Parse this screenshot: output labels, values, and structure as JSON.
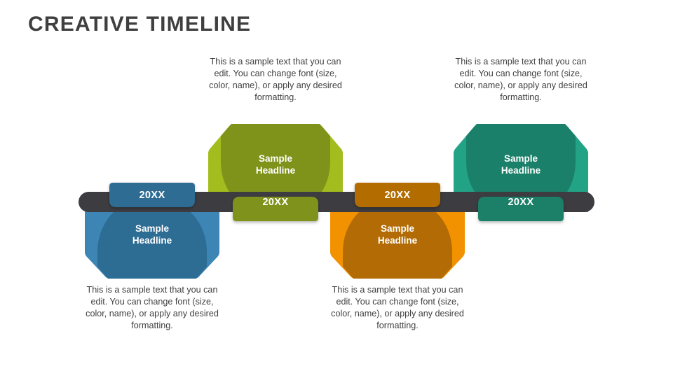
{
  "slide": {
    "title": "CREATIVE TIMELINE",
    "background_color": "#ffffff",
    "title_color": "#3f3f3f"
  },
  "timeline": {
    "bar_color": "#3c3c41",
    "bar_label": "timeline-bar",
    "body_text_color": "#3f3f3f",
    "node_text_color": "#ffffff"
  },
  "nodes": [
    {
      "id": "node-1",
      "orientation": "down",
      "year": "20XX",
      "headline_line1": "Sample",
      "headline_line2": "Headline",
      "body": "This is a sample text that you can edit. You can change font (size, color, name), or apply any desired formatting.",
      "outer_color": "#3d85b4",
      "inner_color": "#2d6c93"
    },
    {
      "id": "node-2",
      "orientation": "up",
      "year": "20XX",
      "headline_line1": "Sample",
      "headline_line2": "Headline",
      "body": "This is a sample text that you can edit. You can change font (size, color, name), or apply any desired formatting.",
      "outer_color": "#a3bc1e",
      "inner_color": "#7f931b"
    },
    {
      "id": "node-3",
      "orientation": "down",
      "year": "20XX",
      "headline_line1": "Sample",
      "headline_line2": "Headline",
      "body": "This is a sample text that you can edit. You can change font (size, color, name), or apply any desired formatting.",
      "outer_color": "#f29200",
      "inner_color": "#b36c05"
    },
    {
      "id": "node-4",
      "orientation": "up",
      "year": "20XX",
      "headline_line1": "Sample",
      "headline_line2": "Headline",
      "body": "This is a sample text that you can edit. You can change font (size, color, name), or apply any desired formatting.",
      "outer_color": "#22a386",
      "inner_color": "#1a8069"
    }
  ]
}
